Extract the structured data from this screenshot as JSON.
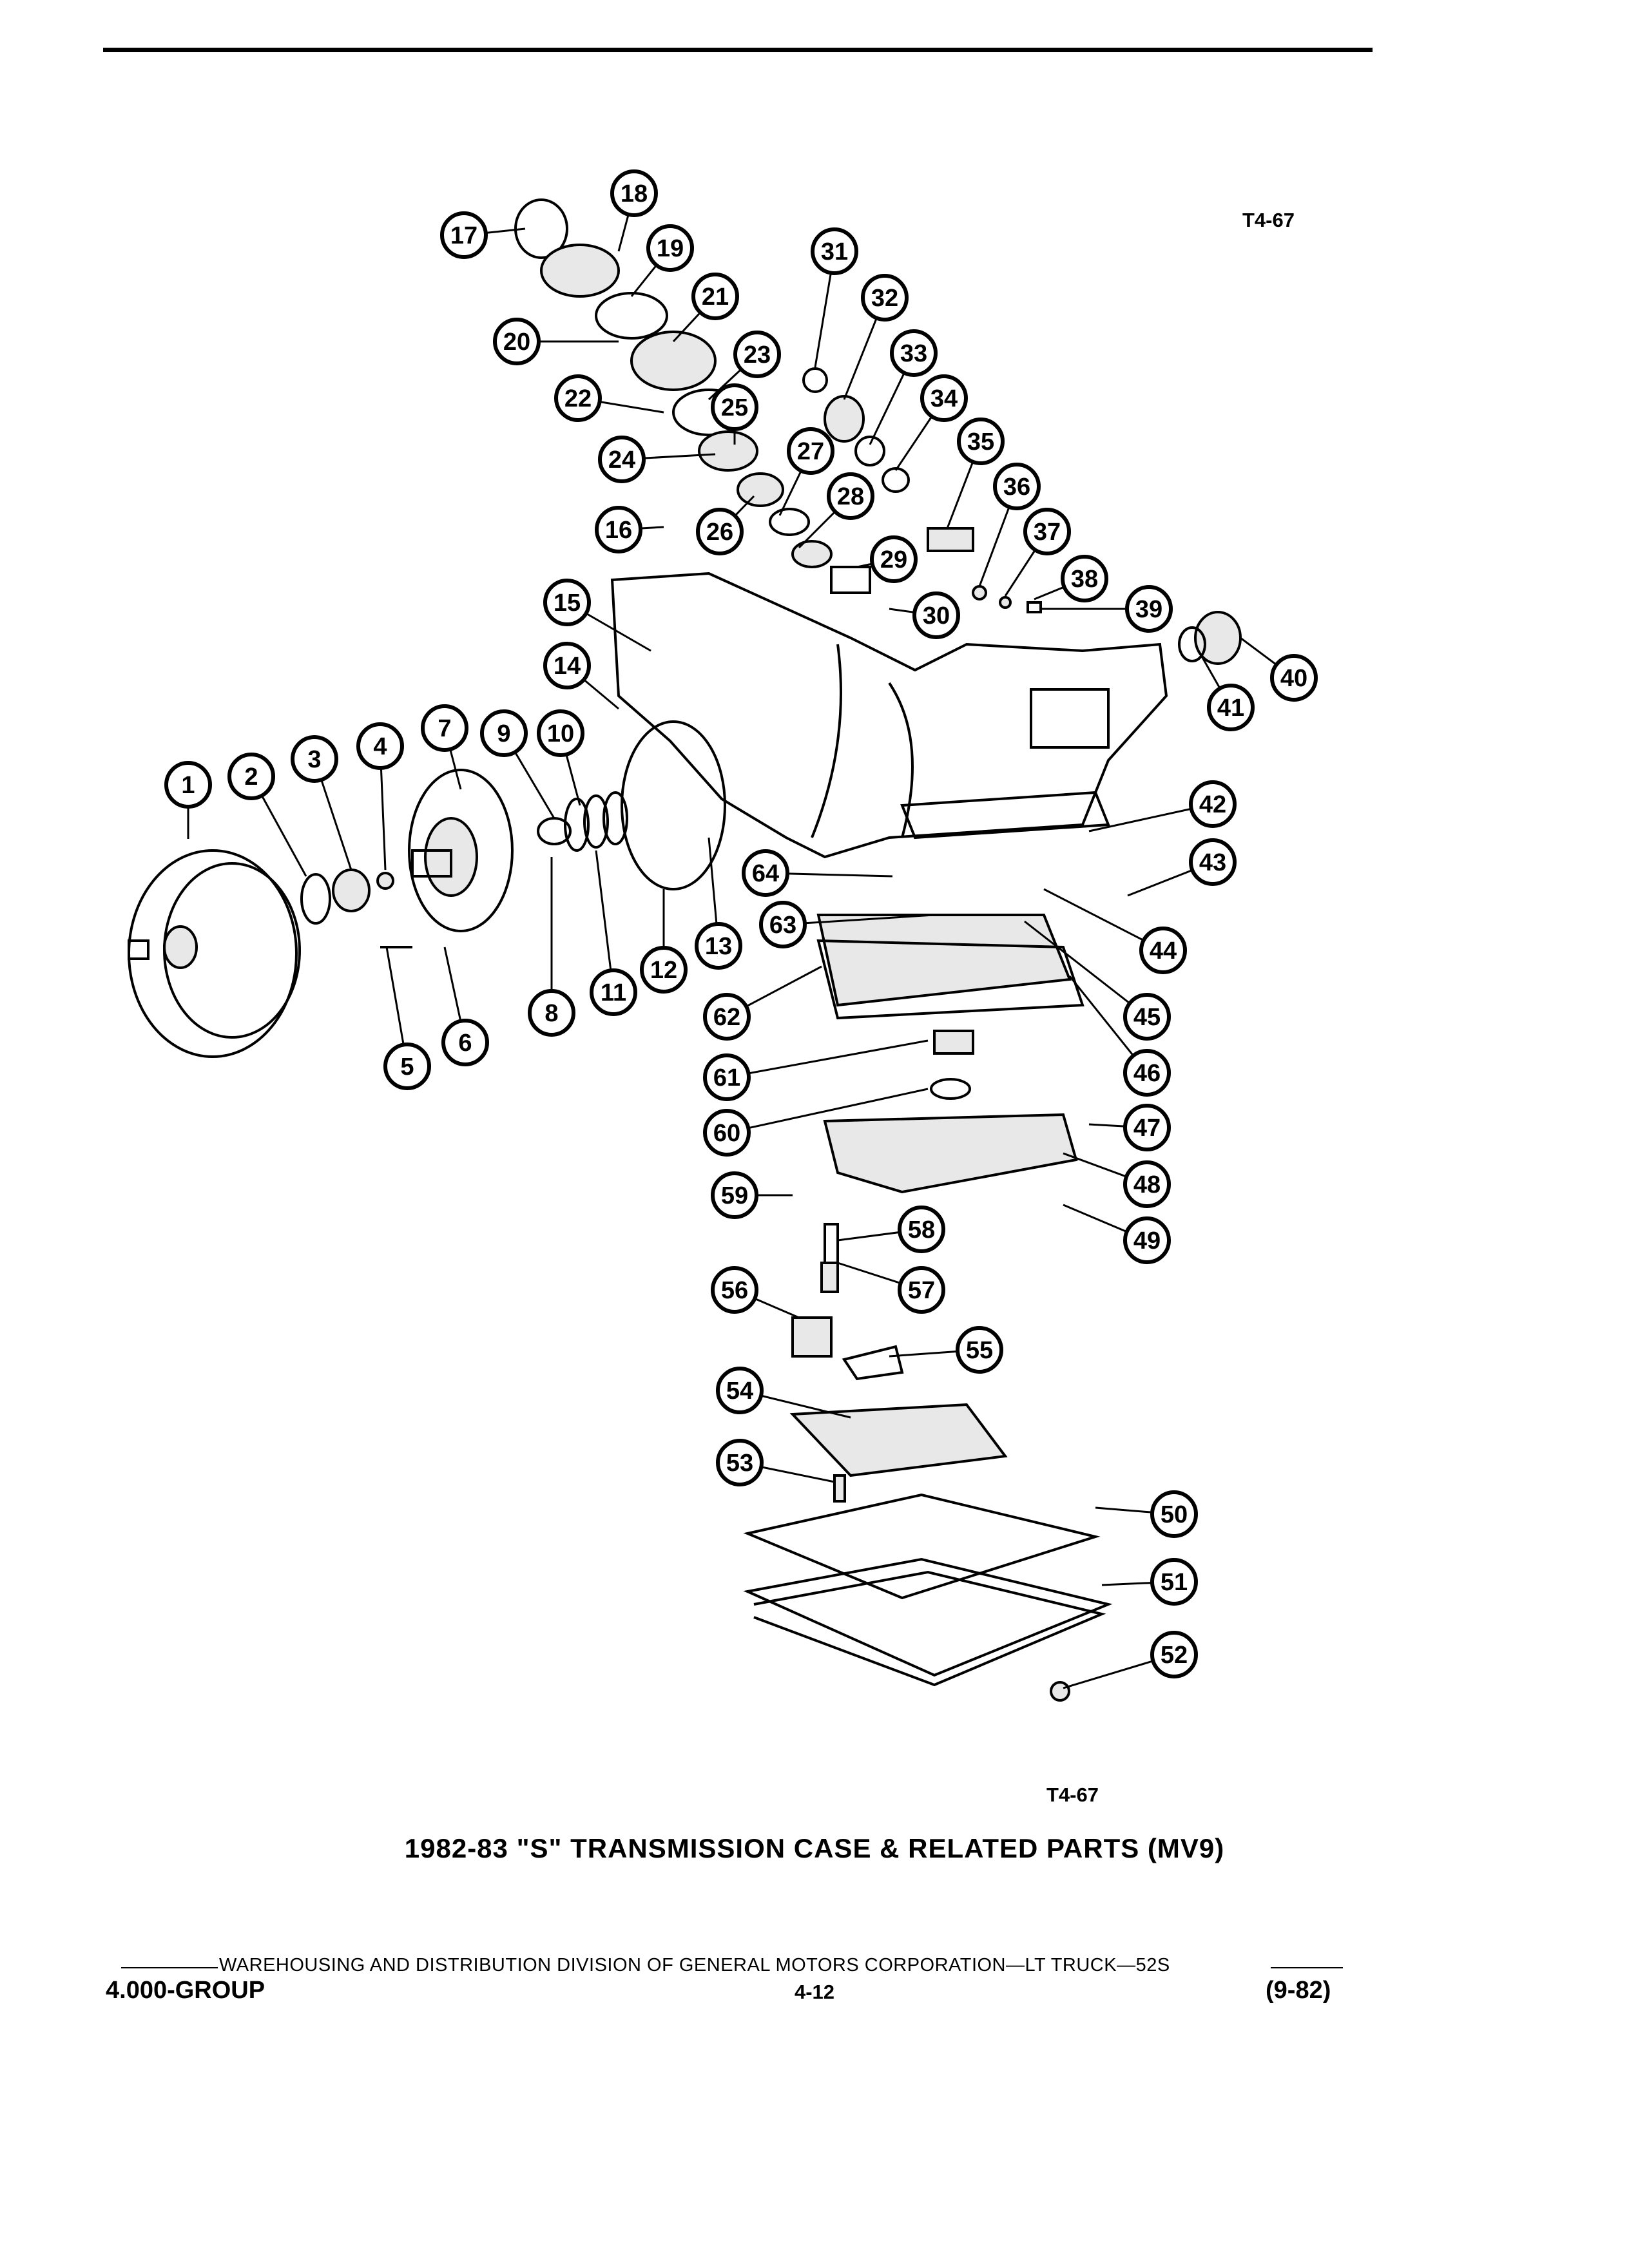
{
  "figure_ref_top": "T4-67",
  "figure_ref_bottom": "T4-67",
  "caption": "1982-83 \"S\" TRANSMISSION CASE & RELATED PARTS (MV9)",
  "footer": {
    "division_line": "WAREHOUSING AND DISTRIBUTION  DIVISION OF GENERAL MOTORS CORPORATION—LT TRUCK—52S",
    "group": "4.000-GROUP",
    "page": "4-12",
    "date": "(9-82)"
  },
  "callouts": [
    "1",
    "2",
    "3",
    "4",
    "5",
    "6",
    "7",
    "8",
    "9",
    "10",
    "11",
    "12",
    "13",
    "14",
    "15",
    "16",
    "17",
    "18",
    "19",
    "20",
    "21",
    "22",
    "23",
    "24",
    "25",
    "26",
    "27",
    "28",
    "29",
    "30",
    "31",
    "32",
    "33",
    "34",
    "35",
    "36",
    "37",
    "38",
    "39",
    "40",
    "41",
    "42",
    "43",
    "44",
    "45",
    "46",
    "47",
    "48",
    "49",
    "50",
    "51",
    "52",
    "53",
    "54",
    "55",
    "56",
    "57",
    "58",
    "59",
    "60",
    "61",
    "62",
    "63",
    "64"
  ]
}
